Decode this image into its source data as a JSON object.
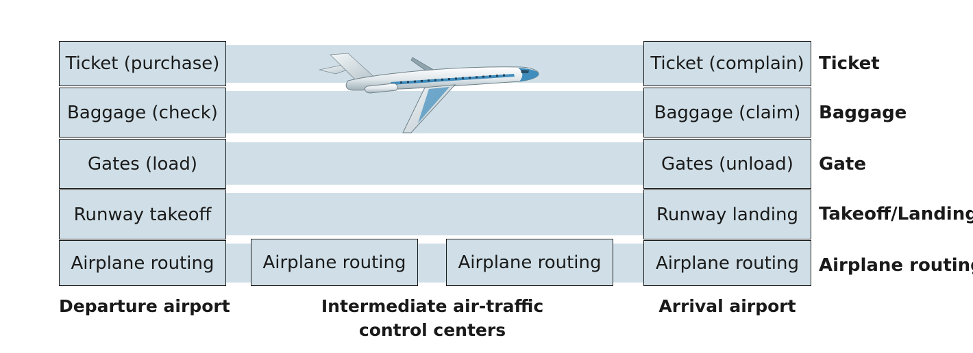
{
  "departure": {
    "caption": "Departure airport",
    "layers": [
      "Ticket (purchase)",
      "Baggage (check)",
      "Gates (load)",
      "Runway takeoff",
      "Airplane routing"
    ]
  },
  "intermediate": {
    "caption_line1": "Intermediate air-traffic",
    "caption_line2": "control centers",
    "boxes": [
      "Airplane routing",
      "Airplane routing"
    ]
  },
  "arrival": {
    "caption": "Arrival airport",
    "layers": [
      "Ticket (complain)",
      "Baggage (claim)",
      "Gates (unload)",
      "Runway landing",
      "Airplane routing"
    ]
  },
  "layer_names": [
    "Ticket",
    "Baggage",
    "Gate",
    "Takeoff/Landing",
    "Airplane routing"
  ],
  "colors": {
    "band": "#d0dfe7",
    "border": "#1a1a1a",
    "plane_accent": "#3f8dbd"
  },
  "icons": {
    "plane": "airplane-icon"
  }
}
